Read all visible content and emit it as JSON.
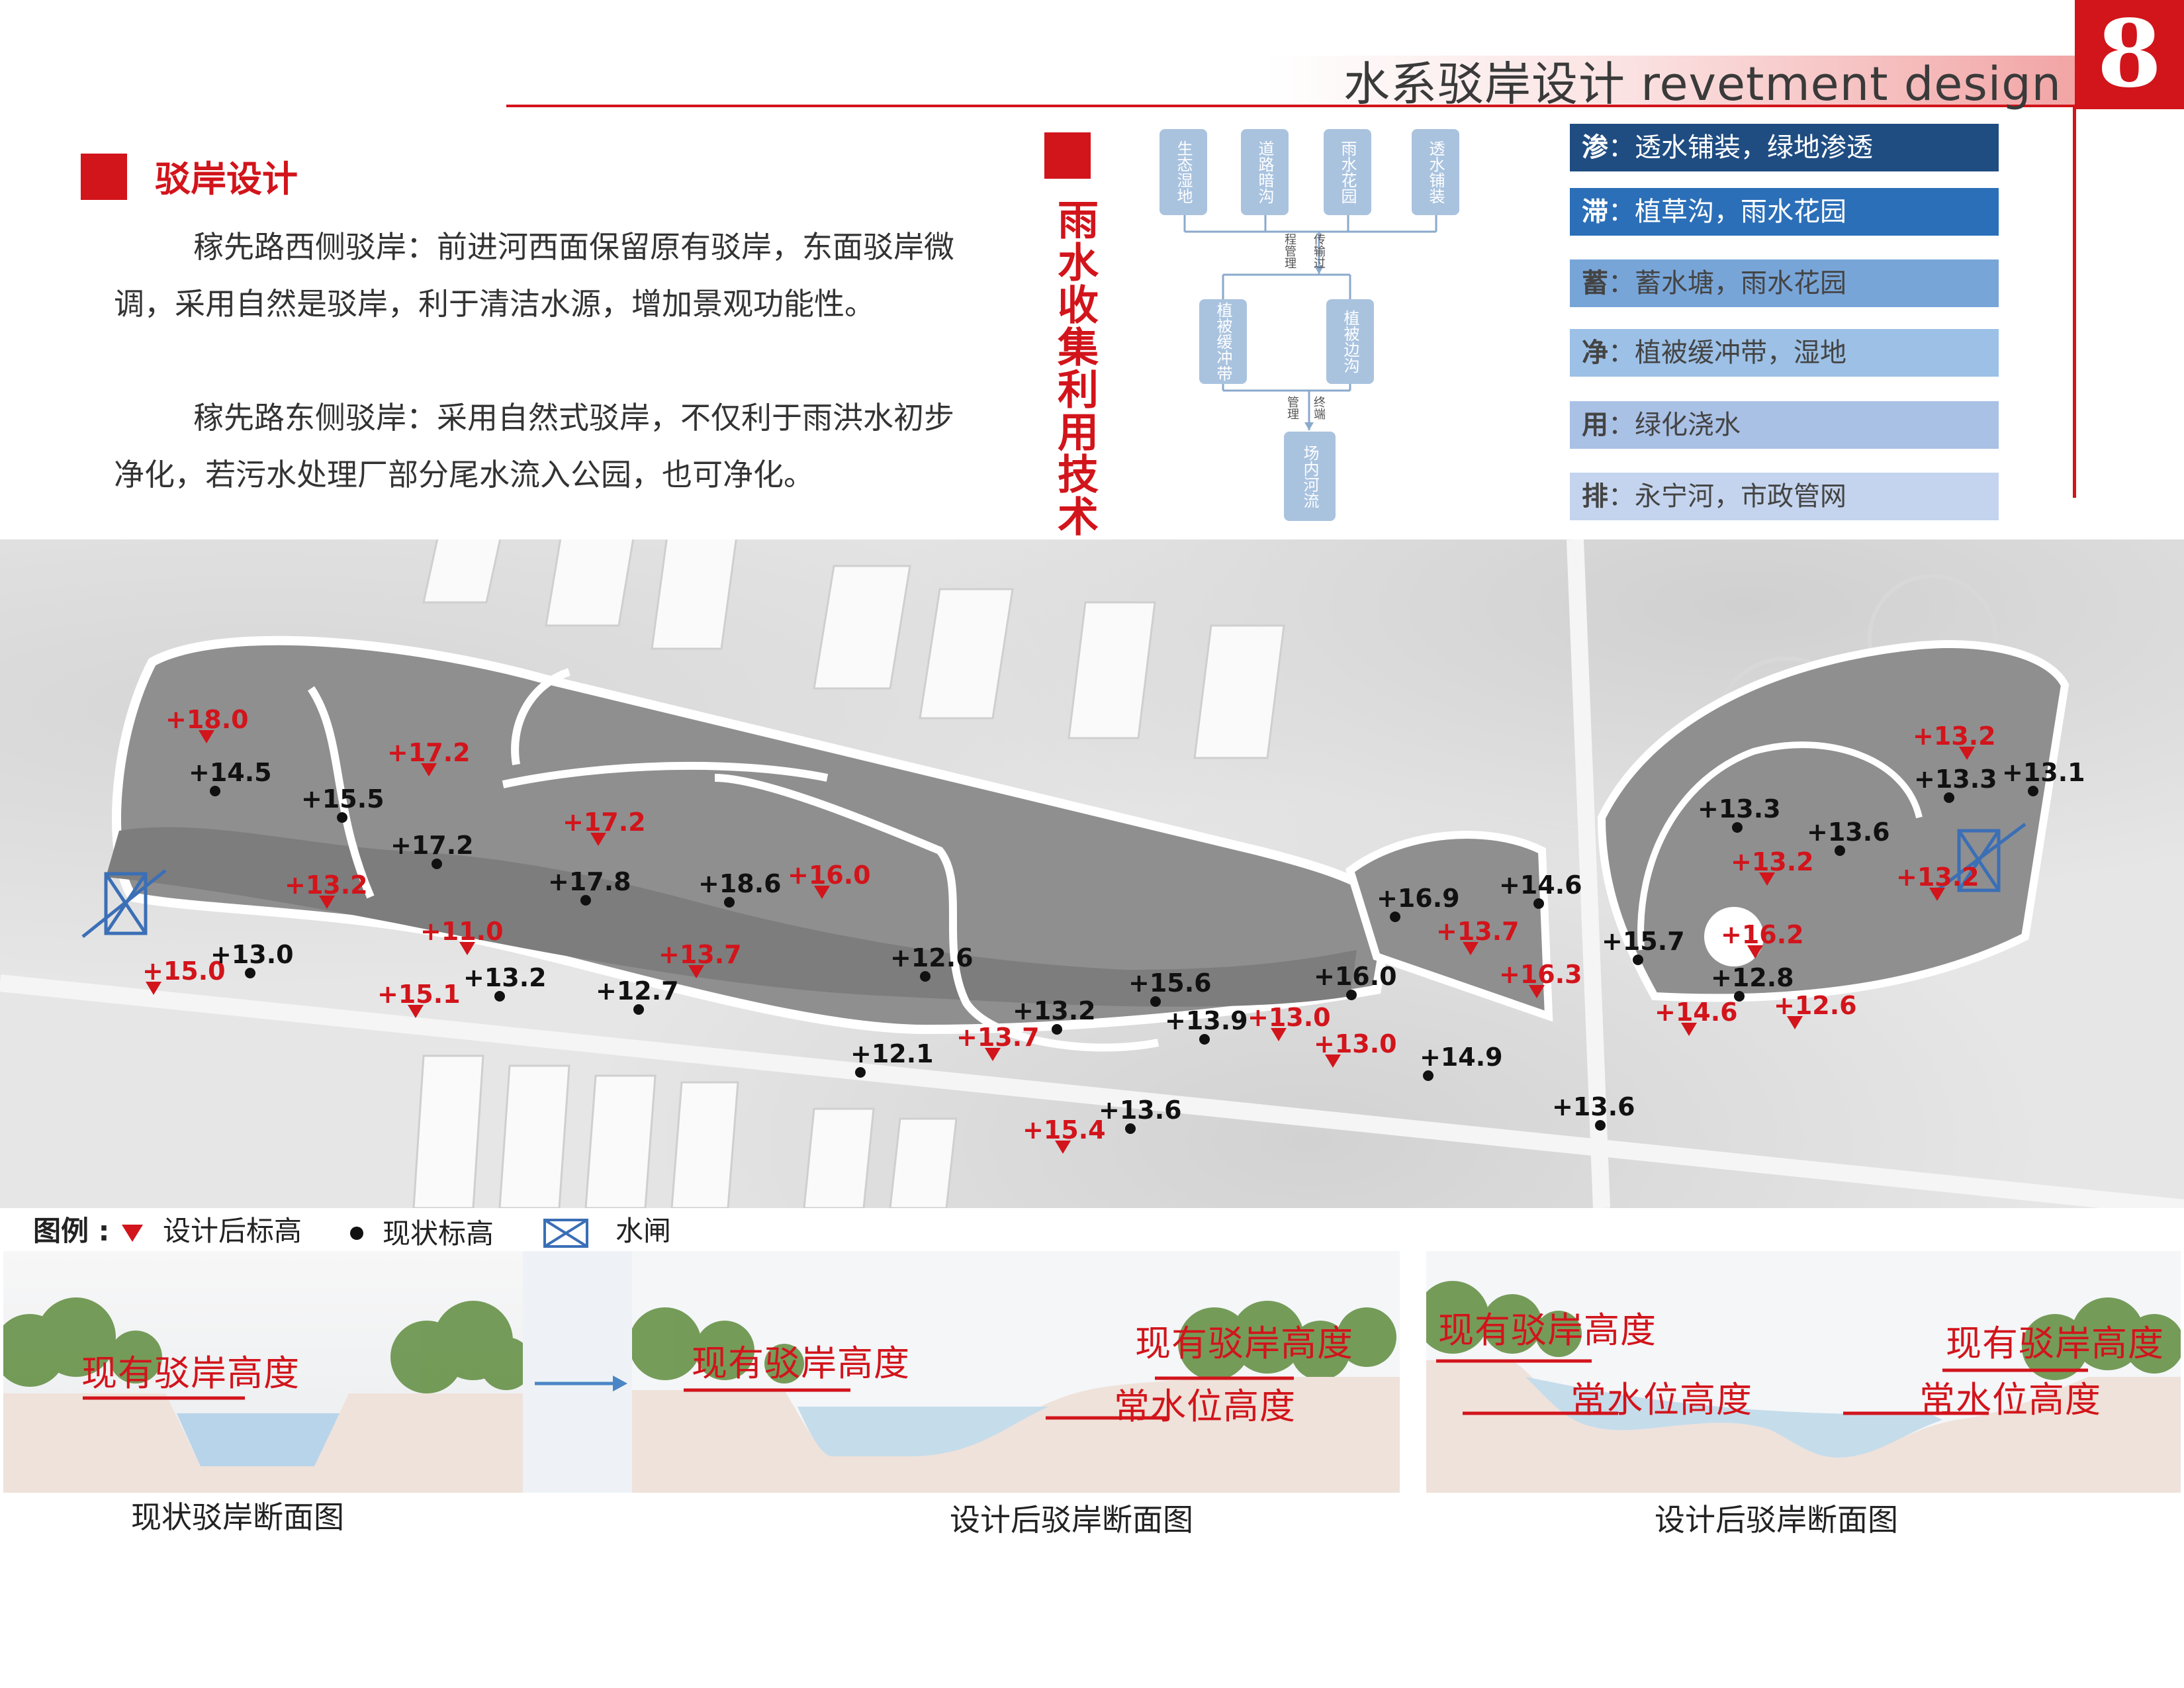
{
  "header": {
    "title": "水系驳岸设计 revetment design",
    "page_number": "8"
  },
  "section": {
    "title": "驳岸设计",
    "paragraphs": [
      "稼先路西侧驳岸：前进河西面保留原有驳岸，东面驳岸微调，采用自然是驳岸，利于清洁水源，增加景观功能性。",
      "稼先路东侧驳岸：采用自然式驳岸，不仅利于雨洪水初步净化，若污水处理厂部分尾水流入公园，也可净化。"
    ]
  },
  "flow": {
    "vertical_title": "雨水收集利用技术",
    "top_boxes": [
      "生态湿地",
      "道路暗沟",
      "雨水花园",
      "透水铺装"
    ],
    "mid_left_note": "程管理",
    "mid_right_note": "传输过",
    "middle_boxes": [
      "植被缓冲带",
      "植被边沟"
    ],
    "low_left_note": "管理",
    "low_right_note": "终端",
    "bottom_box": "场内河流"
  },
  "bars": [
    {
      "key": "渗",
      "text": "：透水铺装，绿地渗透",
      "color": "#1f4d82"
    },
    {
      "key": "滞",
      "text": "：植草沟，雨水花园",
      "color": "#2b6fb8"
    },
    {
      "key": "蓄",
      "text": "：蓄水塘，雨水花园",
      "color": "#78a5d8"
    },
    {
      "key": "净",
      "text": "：植被缓冲带，湿地",
      "color": "#9cc0e6"
    },
    {
      "key": "用",
      "text": "：绿化浇水",
      "color": "#aac1e6"
    },
    {
      "key": "排",
      "text": "：永宁河，市政管网",
      "color": "#c4d4ee"
    }
  ],
  "elevations_design": [
    "+18.0",
    "+17.2",
    "+17.2",
    "+13.2",
    "+11.0",
    "+15.0",
    "+15.1",
    "+13.7",
    "+16.0",
    "+13.7",
    "+15.4",
    "+13.0",
    "+13.0",
    "+13.7",
    "+16.3",
    "+13.2",
    "+13.2",
    "+13.2",
    "+16.2",
    "+14.6",
    "+12.6"
  ],
  "elevations_existing": [
    "+14.5",
    "+15.5",
    "+17.2",
    "+17.8",
    "+18.6",
    "+13.0",
    "+13.2",
    "+12.7",
    "+12.6",
    "+12.1",
    "+13.2",
    "+15.6",
    "+13.9",
    "+13.6",
    "+16.0",
    "+14.9",
    "+13.6",
    "+16.9",
    "+14.6",
    "+15.7",
    "+12.8",
    "+13.3",
    "+13.6",
    "+13.3",
    "+13.1"
  ],
  "legend": {
    "title": "图例 :",
    "design": "设计后标高",
    "existing": "现状标高",
    "sluice": "水闸"
  },
  "sections": {
    "existing_bank": "现有驳岸高度",
    "normal_water": "常水位高度",
    "captions": [
      "现状驳岸断面图",
      "设计后驳岸断面图",
      "设计后驳岸断面图"
    ]
  }
}
